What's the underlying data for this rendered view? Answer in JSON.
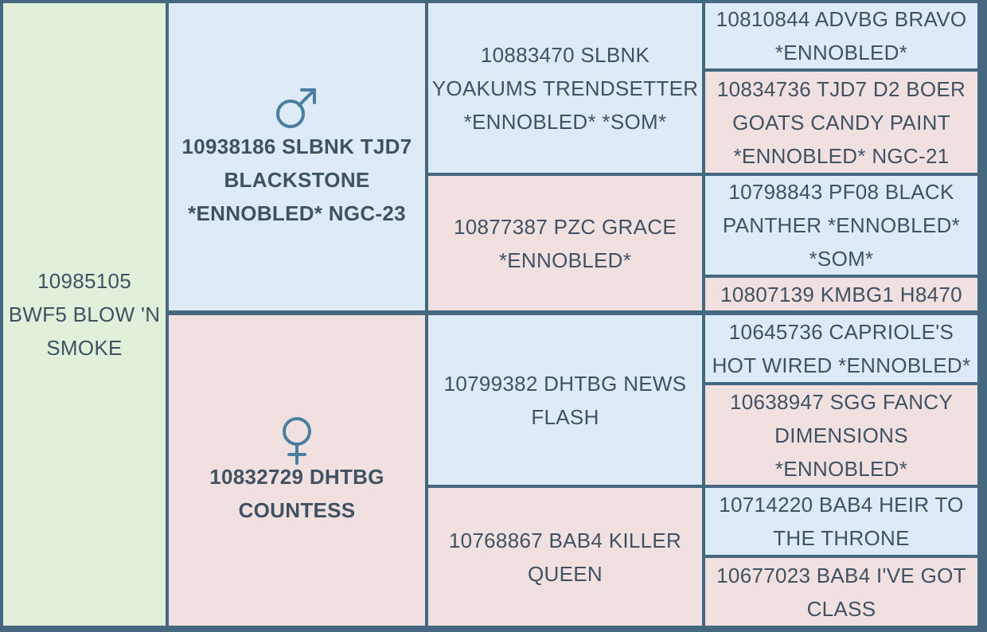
{
  "colors": {
    "border": "#466780",
    "subject_bg": "#e2f0db",
    "male_bg": "#deebf7",
    "female_bg": "#f1e0e0",
    "text": "#3f5262",
    "icon": "#4a7e9e"
  },
  "pedigree": {
    "subject": {
      "name": "10985105 BWF5 BLOW 'N SMOKE"
    },
    "sire": {
      "name": "10938186 SLBNK TJD7 BLACKSTONE *ENNOBLED* NGC-23",
      "icon": "male-symbol-icon"
    },
    "dam": {
      "name": "10832729 DHTBG COUNTESS",
      "icon": "female-symbol-icon"
    },
    "sire_sire": {
      "name": "10883470 SLBNK YOAKUMS TRENDSETTER *ENNOBLED* *SOM*"
    },
    "sire_dam": {
      "name": "10877387 PZC GRACE *ENNOBLED*"
    },
    "dam_sire": {
      "name": "10799382 DHTBG NEWS FLASH"
    },
    "dam_dam": {
      "name": "10768867 BAB4 KILLER QUEEN"
    },
    "sss": {
      "name": "10810844 ADVBG BRAVO *ENNOBLED*"
    },
    "ssd": {
      "name": "10834736 TJD7 D2 BOER GOATS CANDY PAINT *ENNOBLED* NGC-21"
    },
    "sds": {
      "name": "10798843 PF08 BLACK PANTHER *ENNOBLED* *SOM*"
    },
    "sdd": {
      "name": "10807139 KMBG1 H8470"
    },
    "dss": {
      "name": "10645736 CAPRIOLE'S HOT WIRED *ENNOBLED*"
    },
    "dsd": {
      "name": "10638947 SGG FANCY DIMENSIONS *ENNOBLED*"
    },
    "dds": {
      "name": "10714220 BAB4 HEIR TO THE THRONE"
    },
    "ddd": {
      "name": "10677023 BAB4 I'VE GOT CLASS"
    }
  }
}
